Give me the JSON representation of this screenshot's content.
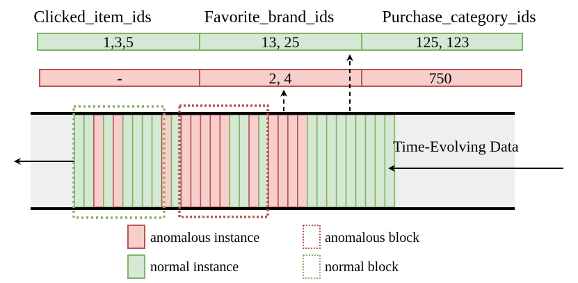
{
  "header": {
    "fields": [
      {
        "label": "Clicked_item_ids"
      },
      {
        "label": "Favorite_brand_ids"
      },
      {
        "label": "Purchase_category_ids"
      }
    ]
  },
  "normal_record": {
    "values": [
      "1,3,5",
      "13, 25",
      "125, 123"
    ]
  },
  "anomalous_record": {
    "values": [
      "-",
      "2, 4",
      "750"
    ]
  },
  "stream": {
    "label": "Time-Evolving Data",
    "instances": [
      "N",
      "N",
      "A",
      "N",
      "A",
      "N",
      "N",
      "N",
      "N",
      "A",
      "N",
      "A",
      "A",
      "A",
      "A",
      "A",
      "N",
      "N",
      "A",
      "N",
      "A",
      "A",
      "A",
      "A",
      "N",
      "N",
      "N",
      "N",
      "N",
      "N",
      "N",
      "N",
      "N"
    ]
  },
  "legend": {
    "anomalous_instance": "anomalous instance",
    "normal_instance": "normal instance",
    "anomalous_block": "anomalous block",
    "normal_block": "normal block"
  },
  "colors": {
    "normal_fill": "#d5e8d4",
    "normal_stroke": "#82b366",
    "anomalous_fill": "#f8cecc",
    "anomalous_stroke": "#b85450",
    "normal_block_stroke": "#82b366",
    "anomalous_block_stroke": "#b85450",
    "band_fill": "#efefef",
    "line": "#000000"
  }
}
